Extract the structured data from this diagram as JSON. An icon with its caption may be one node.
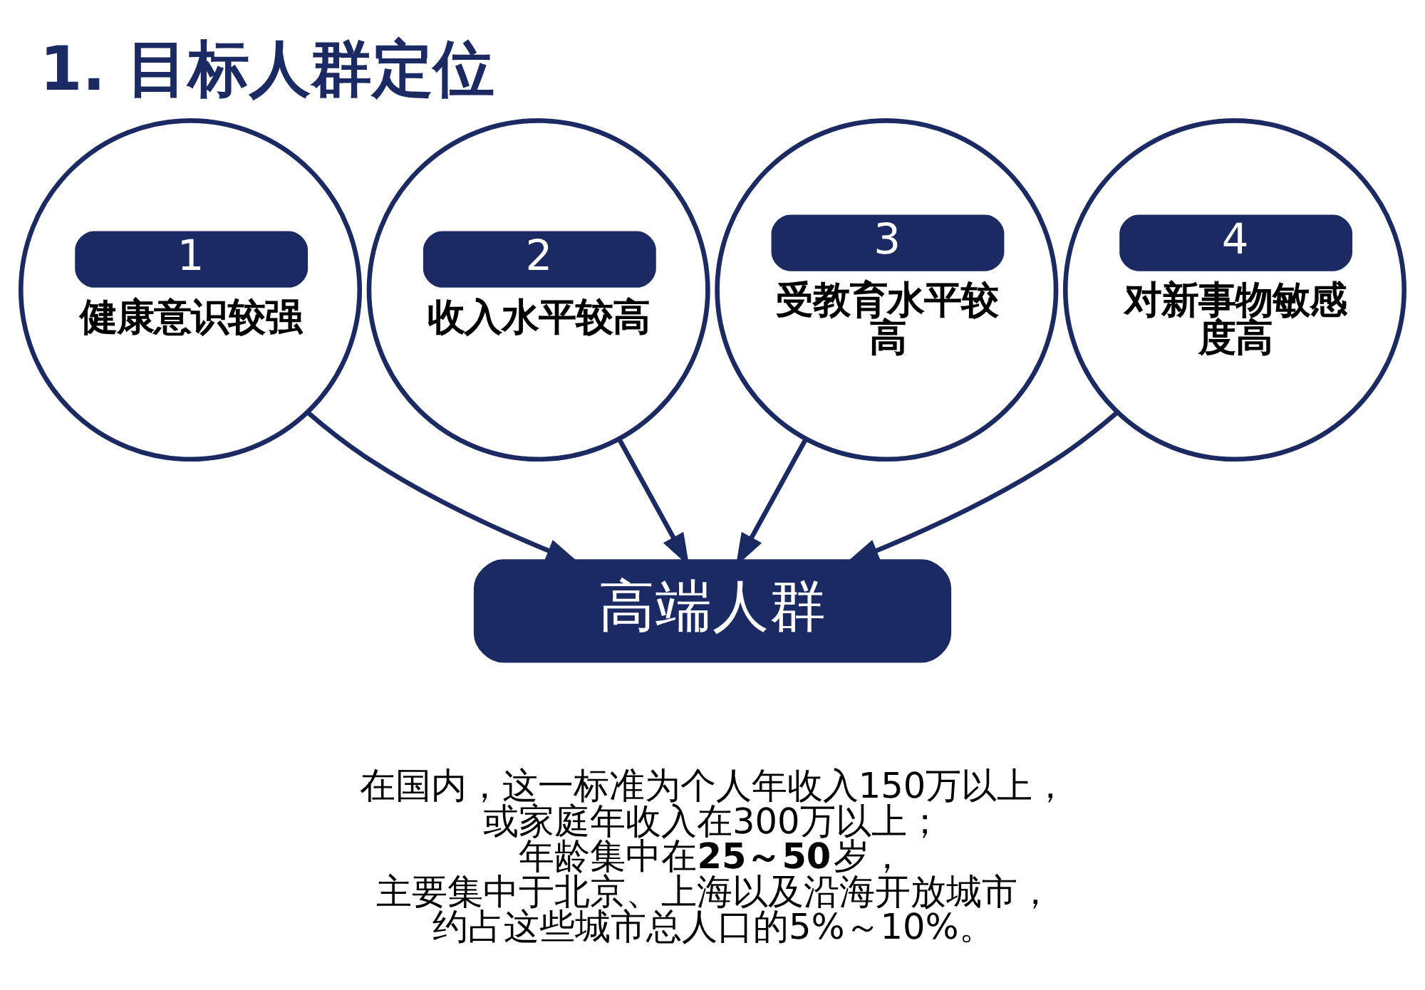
{
  "diagram": {
    "title": "1. 目标人群定位",
    "nodes": [
      {
        "text": [
          "1",
          "健康意识较强"
        ]
      },
      {
        "text": [
          "2",
          "收入水平较高"
        ]
      },
      {
        "text": [
          "3",
          "受教育水平较高"
        ]
      },
      {
        "text": [
          "4",
          "对新事物敏感度高"
        ]
      },
      {
        "text": [
          "高端人群"
        ]
      }
    ],
    "edges": [
      {
        "from": 0,
        "to": 4,
        "arrow": "to"
      },
      {
        "from": 1,
        "to": 4,
        "arrow": "to"
      },
      {
        "from": 2,
        "to": 4,
        "arrow": "to"
      },
      {
        "from": 3,
        "to": 4,
        "arrow": "to"
      }
    ],
    "labels": [
      "在国内，这一标准为个人年收入150万以上，或家庭年收入在300万以上；年龄集中在**25～50**岁，主要集中于北京、上海以及沿海开放城市，约占这些城市总人口的5%～10%。"
    ]
  }
}
